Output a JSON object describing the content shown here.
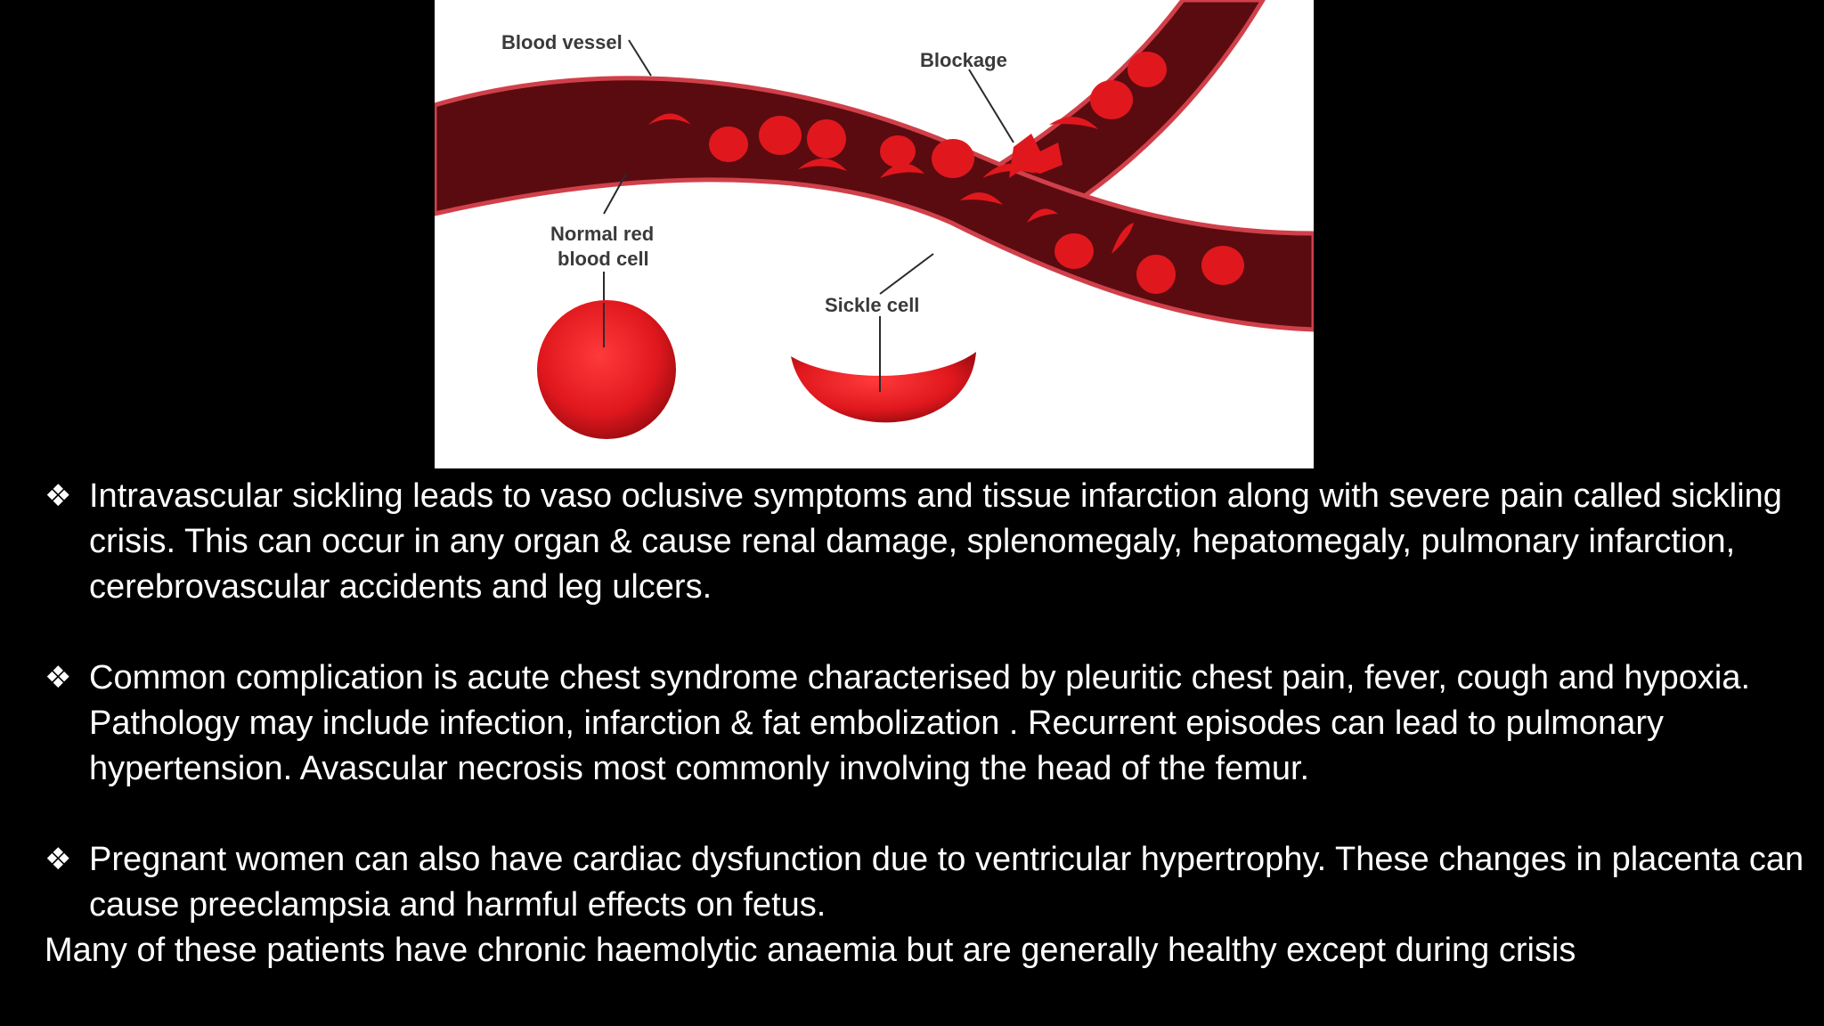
{
  "figure": {
    "labels": {
      "blood_vessel": "Blood vessel",
      "blockage": "Blockage",
      "normal_cell_line1": "Normal red",
      "normal_cell_line2": "blood cell",
      "sickle_cell": "Sickle cell"
    },
    "colors": {
      "vessel": "#5a0b10",
      "vessel_edge": "#d0404a",
      "cell": "#e0181e",
      "cell_dark": "#b31015"
    }
  },
  "bullets": [
    {
      "symbol": "❖",
      "text": "Intravascular sickling leads to vaso oclusive symptoms and tissue infarction along with severe pain called sickling crisis. This can occur in any organ & cause renal damage, splenomegaly, hepatomegaly, pulmonary infarction, cerebrovascular accidents and leg ulcers."
    },
    {
      "symbol": "❖",
      "text": "Common complication is acute chest syndrome characterised by pleuritic chest pain, fever, cough and hypoxia. Pathology may include infection, infarction & fat embolization . Recurrent episodes can lead to pulmonary hypertension. Avascular necrosis most commonly involving the head of the femur."
    },
    {
      "symbol": "❖",
      "text": "Pregnant women can also have cardiac dysfunction due to ventricular hypertrophy. These changes in placenta can cause preeclampsia and harmful effects on fetus."
    }
  ],
  "footer": "Many of these patients have chronic haemolytic anaemia but are generally healthy except during  crisis"
}
